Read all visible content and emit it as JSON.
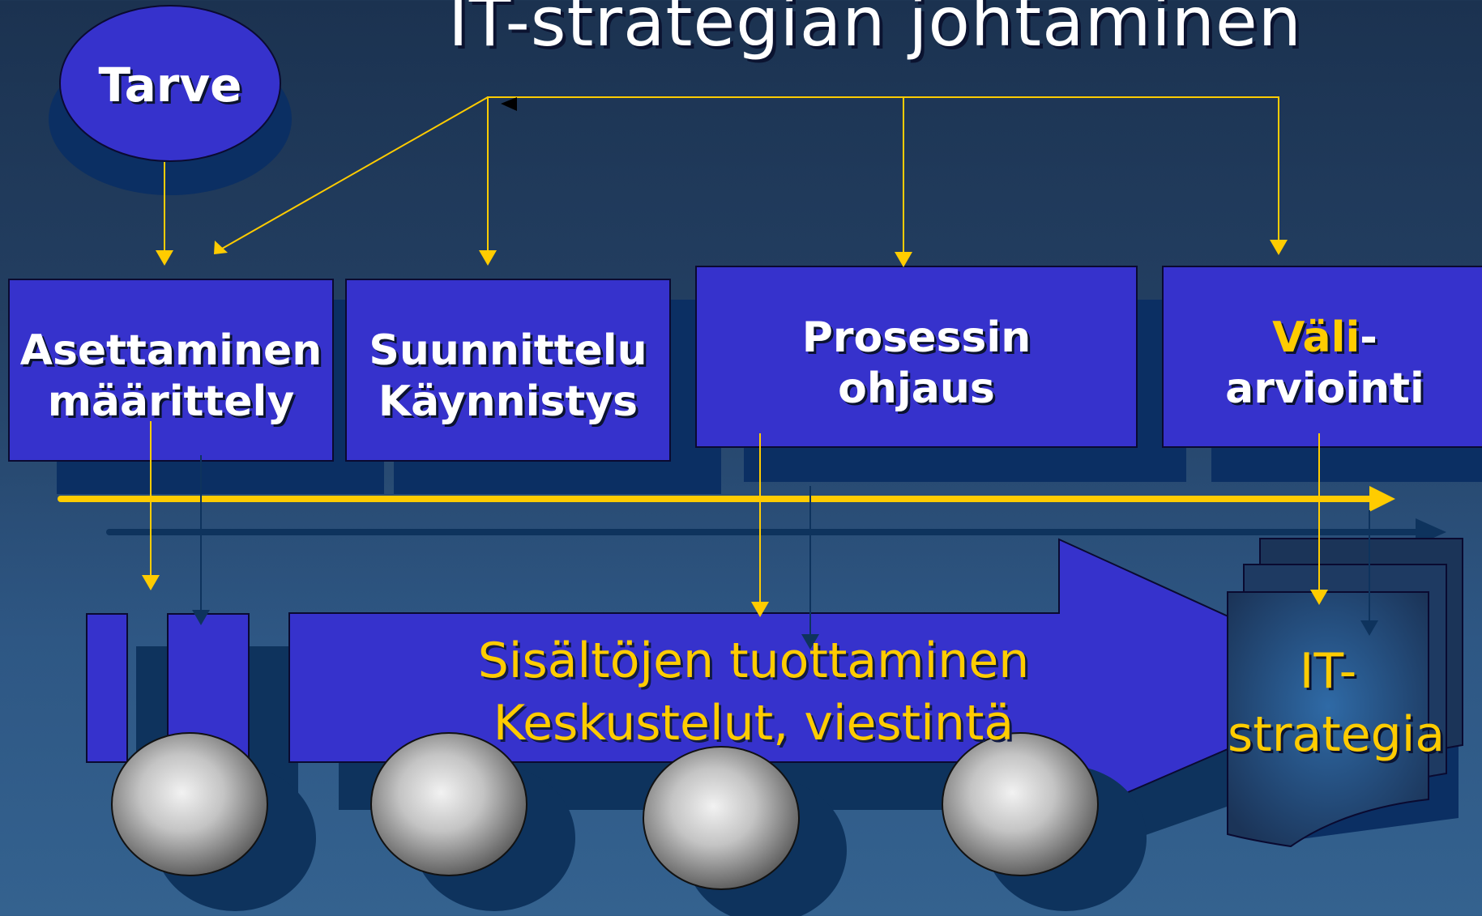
{
  "title": "IT-strategian johtaminen",
  "need": {
    "label": "Tarve"
  },
  "phases": [
    {
      "line1": "Asettaminen",
      "line2": "määrittely"
    },
    {
      "line1": "Suunnittelu",
      "line2": "Käynnistys"
    },
    {
      "line1": "Prosessin",
      "line2": "ohjaus"
    },
    {
      "line1_highlight": "Väli",
      "line1_rest": "-",
      "line2": "arviointi"
    }
  ],
  "content": {
    "line1": "Sisältöjen tuottaminen",
    "line2": "Keskustelut, viestintä"
  },
  "output_document": {
    "line1": "IT-",
    "line2": "strategia"
  },
  "colors": {
    "box_fill": "#3632cc",
    "box_shadow": "#0b2f63",
    "connector": "#ffcc00",
    "dark_arrow": "#0e335d",
    "highlight_text": "#ffcc00"
  }
}
